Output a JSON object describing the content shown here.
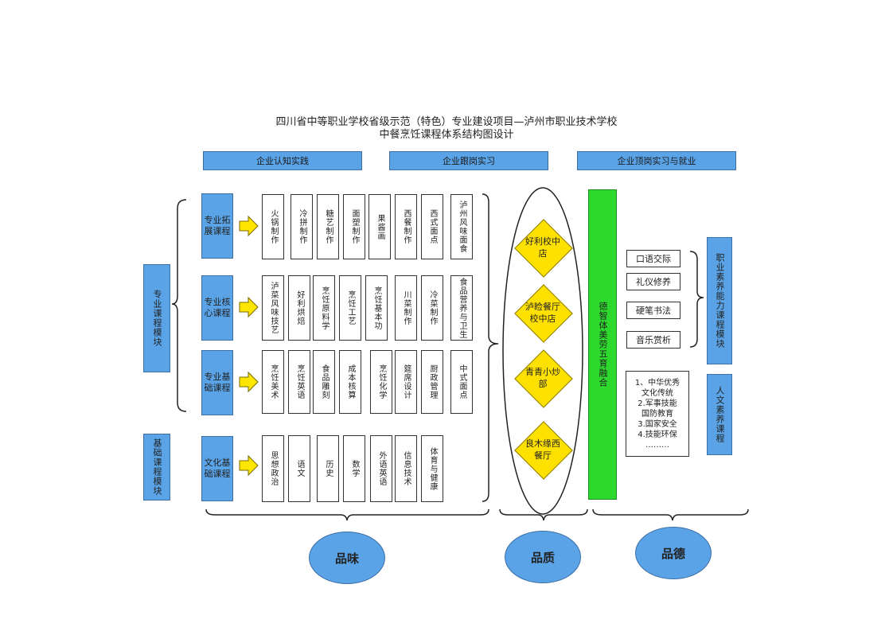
{
  "title": {
    "line1": "四川省中等职业学校省级示范（特色）专业建设项目—泸州市职业技术学校",
    "line2": "中餐烹饪课程体系结构图设计"
  },
  "bands": [
    "企业认知实践",
    "企业跟岗实习",
    "企业顶岗实习与就业"
  ],
  "left_modules": [
    "专业课程模块",
    "基础课程模块"
  ],
  "rows": [
    {
      "module": "专业拓展课程",
      "courses": [
        "火锅制作",
        "冷拼制作",
        "糖艺制作",
        "面塑制作",
        "果酱画",
        "西餐制作",
        "西式面点",
        "泸州风味面食"
      ]
    },
    {
      "module": "专业核心课程",
      "courses": [
        "泸菜风味技艺",
        "好利烘焙",
        "烹饪原料学",
        "烹饪工艺",
        "烹饪基本功",
        "川菜制作",
        "冷菜制作",
        "食品营养与卫生"
      ]
    },
    {
      "module": "专业基础课程",
      "courses": [
        "烹饪美术",
        "烹饪英语",
        "食品雕刻",
        "成本核算",
        "烹饪化学",
        "筵席设计",
        "厨政管理",
        "中式面点"
      ]
    },
    {
      "module": "文化基础课程",
      "courses": [
        "思想政治",
        "语文",
        "历史",
        "数学",
        "外语英语",
        "信息技术",
        "体育与健康"
      ]
    }
  ],
  "school_shops": [
    "好利校中店",
    "泸睑餐厅校中店",
    "青青小炒部",
    "良木缘西餐厅"
  ],
  "green_bar": "德智体美劳五育融合",
  "pro_skills": [
    "口语交际",
    "礼仪修养",
    "硬笔书法",
    "音乐赏析"
  ],
  "pro_skills_module": "职业素养能力课程模块",
  "humanities_list": [
    "1、中华优秀",
    "文化传统",
    "2.军事技能",
    "国防教育",
    "3.国家安全",
    "4.技能环保",
    "………"
  ],
  "humanities_module": "人文素养课程",
  "bottom": [
    "品味",
    "品质",
    "品德"
  ],
  "colors": {
    "blue": "#5aa3e6",
    "yellow": "#ffe100",
    "green": "#2ed92e",
    "arrow": "#ffe600"
  }
}
